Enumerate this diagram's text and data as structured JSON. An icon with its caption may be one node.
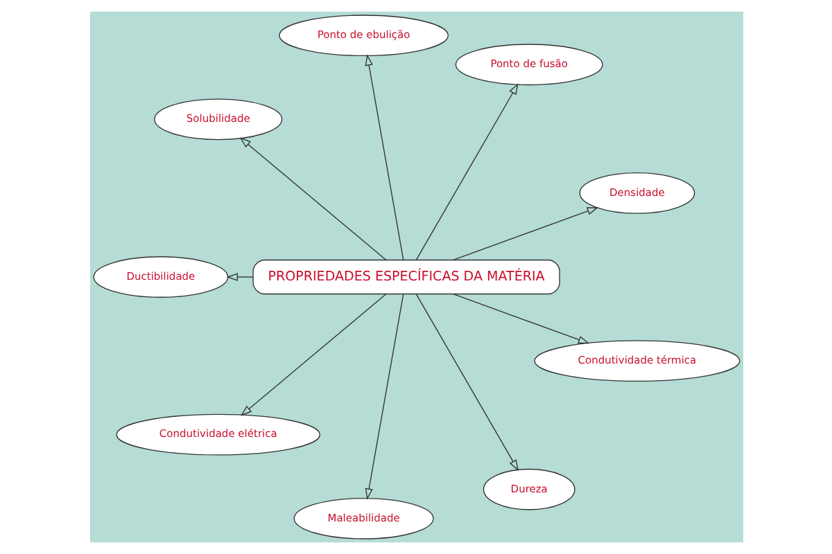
{
  "diagram": {
    "nodes": [
      {
        "text": [
          "PROPRIEDADES ESPECÍFICAS DA MATÉRIA"
        ]
      },
      {
        "text": [
          "Densidade"
        ]
      },
      {
        "text": [
          "Ponto de fusão"
        ]
      },
      {
        "text": [
          "Ponto de ebulição"
        ]
      },
      {
        "text": [
          "Solubilidade"
        ]
      },
      {
        "text": [
          "Ductibilidade"
        ]
      },
      {
        "text": [
          "Condutividade elétrica"
        ]
      },
      {
        "text": [
          "Maleabilidade"
        ]
      },
      {
        "text": [
          "Dureza"
        ]
      },
      {
        "text": [
          "Condutividade térmica"
        ]
      }
    ],
    "edges": [
      {
        "from": 0,
        "to": 1,
        "arrow": "to"
      },
      {
        "from": 0,
        "to": 2,
        "arrow": "to"
      },
      {
        "from": 0,
        "to": 3,
        "arrow": "to"
      },
      {
        "from": 0,
        "to": 4,
        "arrow": "to"
      },
      {
        "from": 0,
        "to": 5,
        "arrow": "to"
      },
      {
        "from": 0,
        "to": 6,
        "arrow": "to"
      },
      {
        "from": 0,
        "to": 7,
        "arrow": "to"
      },
      {
        "from": 0,
        "to": 8,
        "arrow": "to"
      },
      {
        "from": 0,
        "to": 9,
        "arrow": "to"
      }
    ]
  }
}
